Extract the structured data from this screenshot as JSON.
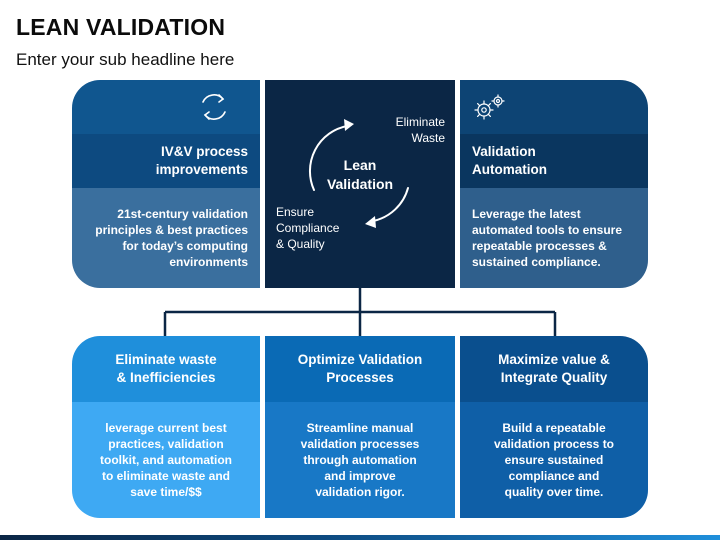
{
  "header": {
    "title": "LEAN VALIDATION",
    "subtitle": "Enter your sub headline here"
  },
  "center": {
    "title_line1": "Lean",
    "title_line2": "Validation",
    "label_top_line1": "Eliminate",
    "label_top_line2": "Waste",
    "label_bottom_line1": "Ensure",
    "label_bottom_line2": "Compliance",
    "label_bottom_line3": "& Quality"
  },
  "top_left": {
    "icon": "refresh-icon",
    "title_line1": "IV&V process",
    "title_line2": "improvements",
    "body_line1": "21st-century validation",
    "body_line2": "principles & best practices",
    "body_line3": "for today’s computing",
    "body_line4": "environments"
  },
  "top_right": {
    "icon": "gears-icon",
    "title_line1": "Validation",
    "title_line2": "Automation",
    "body_line1": "Leverage the latest",
    "body_line2": "automated tools to ensure",
    "body_line3": "repeatable processes &",
    "body_line4": "sustained compliance."
  },
  "bottom": [
    {
      "title_line1": "Eliminate waste",
      "title_line2": "& Inefficiencies",
      "body_lines": [
        "leverage current best",
        "practices, validation",
        "toolkit, and automation",
        "to eliminate waste and",
        "save time/$$"
      ]
    },
    {
      "title_line1": "Optimize Validation",
      "title_line2": "Processes",
      "body_lines": [
        "Streamline manual",
        "validation processes",
        "through automation",
        "and improve",
        "validation rigor."
      ]
    },
    {
      "title_line1": "Maximize value &",
      "title_line2": "Integrate Quality",
      "body_lines": [
        "Build a repeatable",
        "validation process to",
        "ensure sustained",
        "compliance and",
        "quality over time."
      ]
    }
  ],
  "colors": {
    "dark_navy": "#0b2645",
    "navy": "#0d4a80",
    "bright_blue": "#1f8fdb",
    "light_blue": "#3ea9f3"
  }
}
